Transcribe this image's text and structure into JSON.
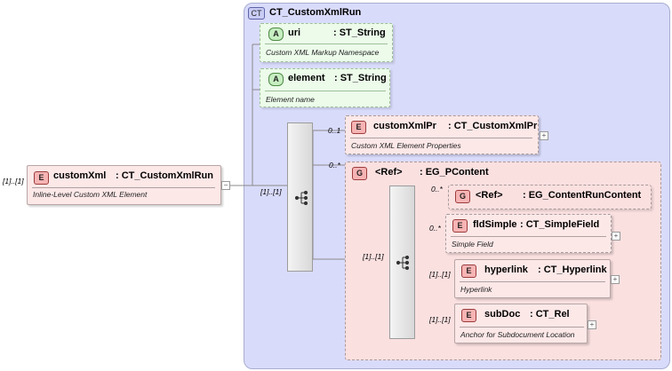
{
  "root": {
    "cardinality": "[1]..[1]",
    "badge": "E",
    "name": "customXml",
    "type": ": CT_CustomXmlRun",
    "description": "Inline-Level Custom XML Element"
  },
  "complex_type": {
    "badge": "CT",
    "name": "CT_CustomXmlRun"
  },
  "attributes": [
    {
      "badge": "A",
      "name": "uri",
      "type": ": ST_String",
      "description": "Custom XML Markup Namespace"
    },
    {
      "badge": "A",
      "name": "element",
      "type": ": ST_String",
      "description": "Element name"
    }
  ],
  "sequence_outer": {
    "cardinality": "[1]..[1]"
  },
  "custom_xml_pr": {
    "cardinality": "0..1",
    "badge": "E",
    "name": "customXmlPr",
    "type": ": CT_CustomXmlPr",
    "description": "Custom XML Element Properties"
  },
  "pcontent": {
    "cardinality": "0..*",
    "badge": "G",
    "name": "<Ref>",
    "type": ": EG_PContent",
    "inner_cardinality": "[1]..[1]",
    "children": [
      {
        "cardinality": "0..*",
        "badge": "G",
        "name": "<Ref>",
        "type": ": EG_ContentRunContent",
        "description": ""
      },
      {
        "cardinality": "0..*",
        "badge": "E",
        "name": "fldSimple",
        "type": ": CT_SimpleField",
        "description": "Simple Field"
      },
      {
        "cardinality": "[1]..[1]",
        "badge": "E",
        "name": "hyperlink",
        "type": ": CT_Hyperlink",
        "description": "Hyperlink"
      },
      {
        "cardinality": "[1]..[1]",
        "badge": "E",
        "name": "subDoc",
        "type": ": CT_Rel",
        "description": "Anchor for Subdocument Location"
      }
    ]
  },
  "icons": {
    "expand": "plus-icon",
    "collapse": "minus-icon",
    "sequence": "sequence-icon"
  }
}
